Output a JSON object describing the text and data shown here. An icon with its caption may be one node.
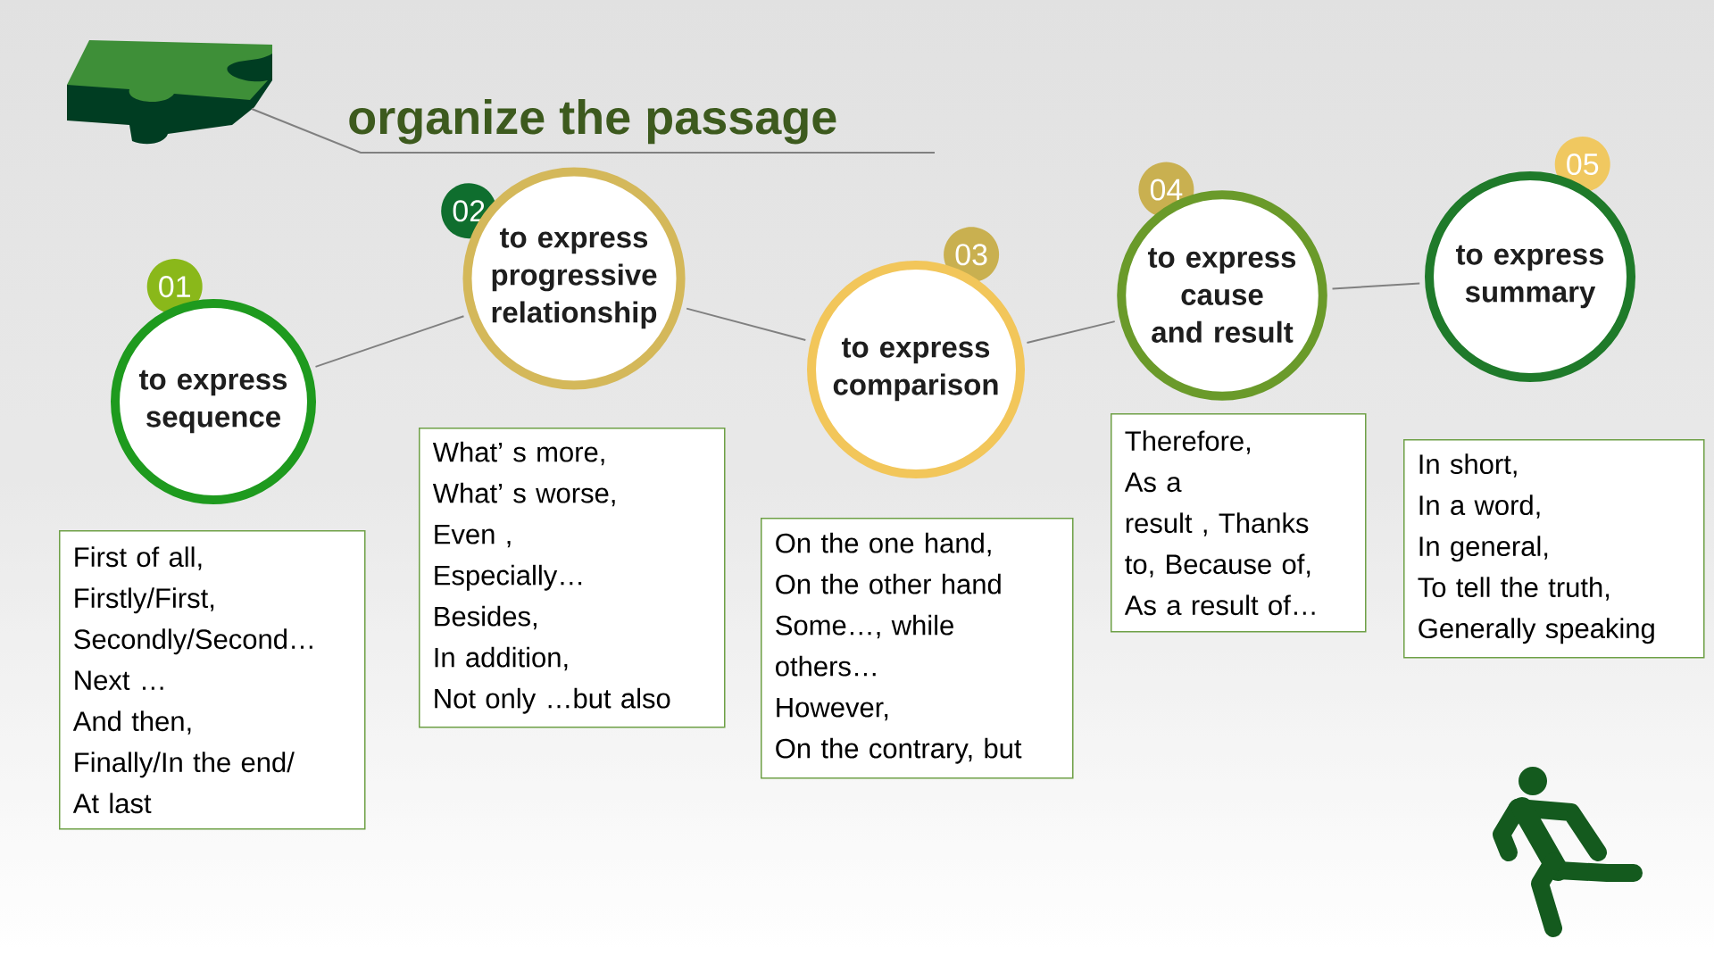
{
  "diagram": {
    "title": "organize the passage",
    "nodes": [
      {
        "text": [
          "to express sequence"
        ],
        "beside": [
          "01"
        ]
      },
      {
        "text": [
          "to express progressive relationship"
        ],
        "beside": [
          "02"
        ]
      },
      {
        "text": [
          "to express comparison"
        ],
        "beside": [
          "03"
        ]
      },
      {
        "text": [
          "to express cause and result"
        ],
        "beside": [
          "04"
        ]
      },
      {
        "text": [
          "to express summary"
        ],
        "beside": [
          "05"
        ]
      },
      {
        "text": [
          "First of all,",
          "Firstly/First,",
          "Secondly/Second…",
          "Next …",
          "And then,",
          "Finally/In the end/",
          "At last"
        ]
      },
      {
        "text": [
          "What’ s more,",
          "What’ s worse,",
          "Even ,",
          "Especially…",
          "Besides,",
          "In addition,",
          "Not only …but also"
        ]
      },
      {
        "text": [
          "On the one hand,",
          "On the other hand",
          "Some…, while",
          "others…",
          "However,",
          "On the contrary, but"
        ]
      },
      {
        "text": [
          "Therefore,",
          "As a",
          "result , Thanks",
          "to, Because of,",
          "As a result of…"
        ]
      },
      {
        "text": [
          "In short,",
          "In a word,",
          "In general,",
          "To tell the truth,",
          "Generally speaking"
        ]
      }
    ],
    "edges": [
      {
        "from": 0,
        "to": 1,
        "arrow": "none"
      },
      {
        "from": 1,
        "to": 2,
        "arrow": "none"
      },
      {
        "from": 2,
        "to": 3,
        "arrow": "none"
      },
      {
        "from": 3,
        "to": 4,
        "arrow": "none"
      }
    ]
  }
}
